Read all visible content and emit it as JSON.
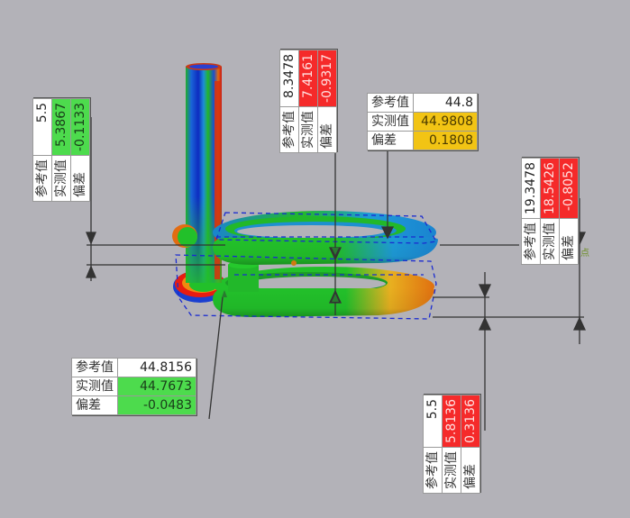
{
  "viewport": {
    "background": "#b3b2b8"
  },
  "labels": {
    "ref": "参考值",
    "meas": "实测值",
    "dev": "偏差"
  },
  "status_colors": {
    "ok": "#4ddb4d",
    "out_of_tolerance": "#f52a2a",
    "warning": "#f2c414"
  },
  "callouts": [
    {
      "id": "c1",
      "orientation": "vertical",
      "ref": "5.5",
      "meas": "5.3867",
      "dev": "-0.1133",
      "status": "ok"
    },
    {
      "id": "c2",
      "orientation": "vertical",
      "ref": "8.3478",
      "meas": "7.4161",
      "dev": "-0.9317",
      "status": "out_of_tolerance"
    },
    {
      "id": "c3",
      "orientation": "horizontal",
      "ref": "44.8",
      "meas": "44.9808",
      "dev": "0.1808",
      "status": "warning"
    },
    {
      "id": "c4",
      "orientation": "vertical",
      "ref": "19.3478",
      "meas": "18.5426",
      "dev": "-0.8052",
      "status": "out_of_tolerance"
    },
    {
      "id": "c5",
      "orientation": "horizontal",
      "ref": "44.8156",
      "meas": "44.7673",
      "dev": "-0.0483",
      "status": "ok"
    },
    {
      "id": "c6",
      "orientation": "vertical",
      "ref": "5.5",
      "meas": "5.8136",
      "dev": "0.3136",
      "status": "out_of_tolerance"
    }
  ],
  "point_marker": {
    "label": "点"
  },
  "model": {
    "name": "spring-clip-3d-deviation-colormap"
  }
}
